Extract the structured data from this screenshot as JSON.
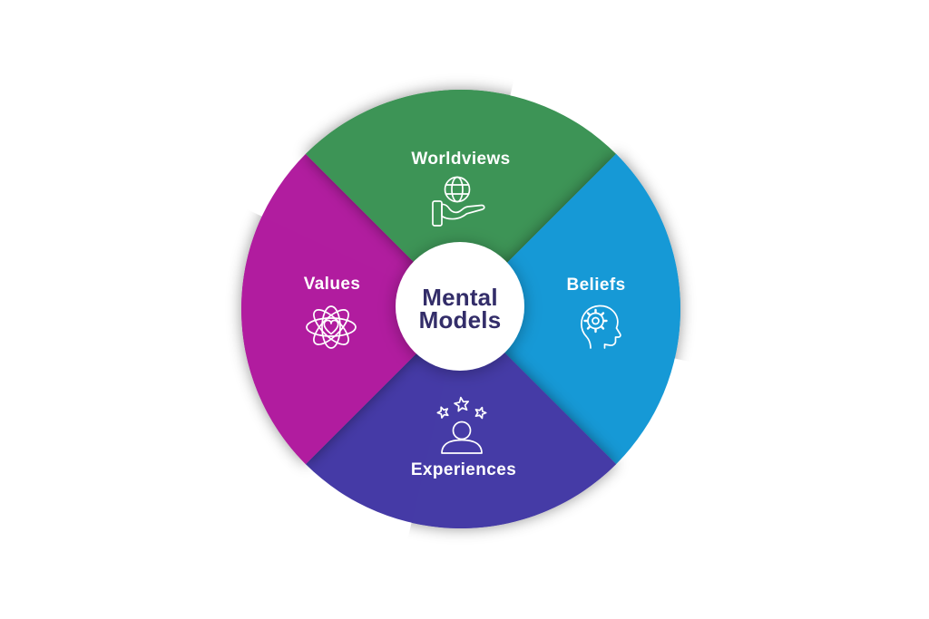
{
  "diagram": {
    "title": "Mental Models",
    "center": {
      "title_line1": "Mental",
      "title_line2": "Models",
      "text_color": "#332D69",
      "circle_color": "#FFFFFF"
    },
    "label_color": "#FFFFFF",
    "segments": [
      {
        "id": "worldviews",
        "label": "Worldviews",
        "position": "top",
        "color": "#3D9456",
        "icon": "globe-in-hand-icon"
      },
      {
        "id": "beliefs",
        "label": "Beliefs",
        "position": "right",
        "color": "#1699D6",
        "icon": "head-gear-icon"
      },
      {
        "id": "experiences",
        "label": "Experiences",
        "position": "bottom",
        "color": "#453AA6",
        "icon": "person-stars-icon"
      },
      {
        "id": "values",
        "label": "Values",
        "position": "left",
        "color": "#B11D9F",
        "icon": "atom-heart-icon"
      }
    ]
  }
}
